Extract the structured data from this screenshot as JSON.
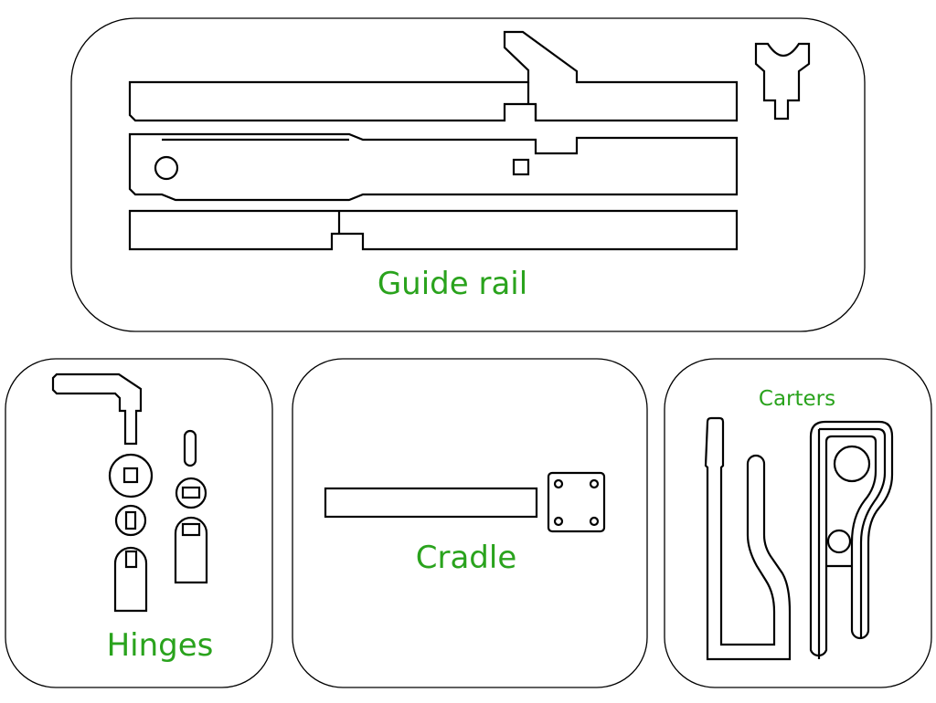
{
  "label_color": "#2aa31d",
  "panels": {
    "guide_rail": {
      "label": "Guide rail"
    },
    "hinges": {
      "label": "Hinges"
    },
    "cradle": {
      "label": "Cradle"
    },
    "carters": {
      "label": "Carters"
    }
  }
}
